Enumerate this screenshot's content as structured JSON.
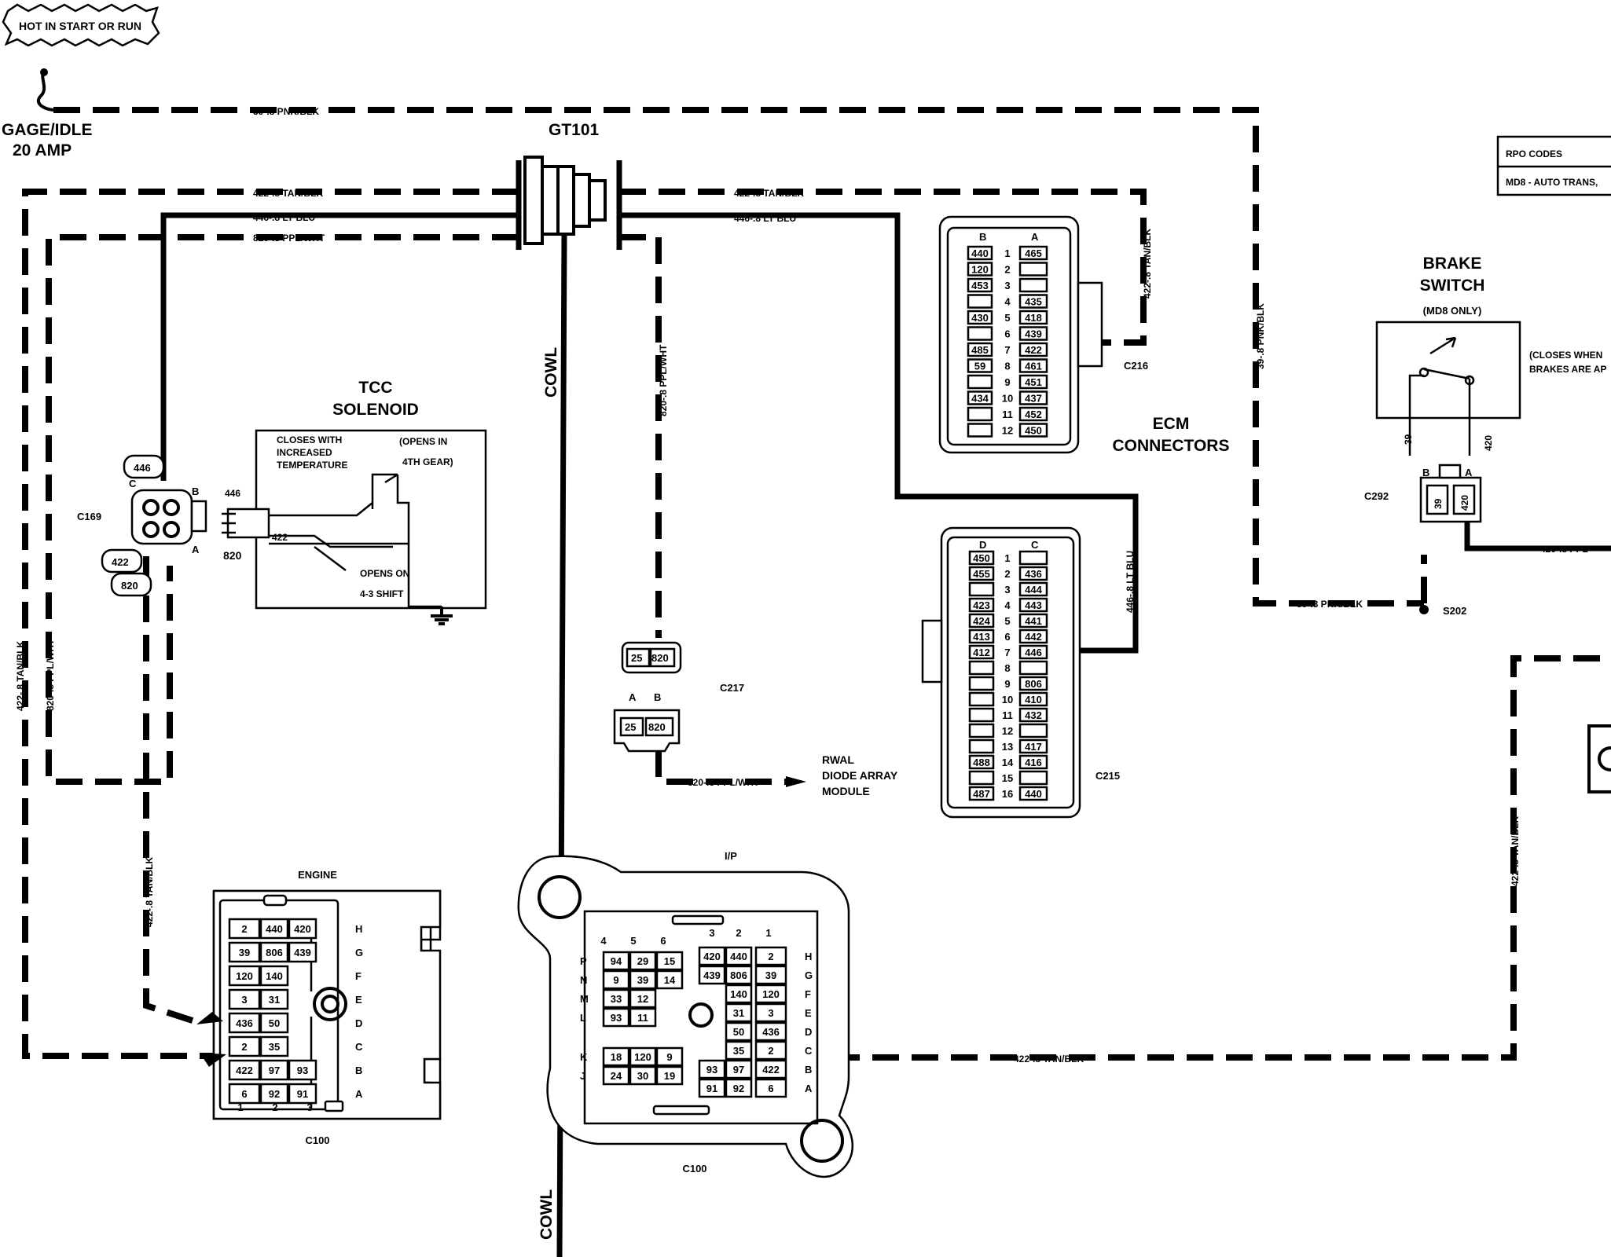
{
  "labels": {
    "hot": "HOT IN START OR RUN",
    "fuse_name": "GAGE/IDLE",
    "fuse_amp": "20 AMP",
    "gt101": "GT101",
    "cowl": "COWL",
    "tcc_1": "TCC",
    "tcc_2": "SOLENOID",
    "tcc_closes_1": "CLOSES WITH",
    "tcc_closes_2": "INCREASED",
    "tcc_closes_3": "TEMPERATURE",
    "tcc_opens4_1": "(OPENS IN",
    "tcc_opens4_2": "4TH GEAR)",
    "tcc_opens43_1": "OPENS ON",
    "tcc_opens43_2": "4-3 SHIFT",
    "ecm_1": "ECM",
    "ecm_2": "CONNECTORS",
    "brake_1": "BRAKE",
    "brake_2": "SWITCH",
    "md8_only": "(MD8 ONLY)",
    "brake_note_1": "(CLOSES WHEN",
    "brake_note_2": "BRAKES ARE AP",
    "rpo_codes": "RPO CODES",
    "rpo_md8": "MD8 - AUTO TRANS,",
    "engine": "ENGINE",
    "ip": "I/P",
    "rwal_1": "RWAL",
    "rwal_2": "DIODE ARRAY",
    "rwal_3": "MODULE"
  },
  "connectors": {
    "c169": "C169",
    "c216": "C216",
    "c215": "C215",
    "c217": "C217",
    "c292": "C292",
    "s202": "S202",
    "c100_left": "C100",
    "c100_right": "C100"
  },
  "wires": {
    "w39_top": "39-.8 PNK/BLK",
    "w39_vert": "39-.8 PNK/BLK",
    "w39_bottom": "39-.8 PNK/BLK",
    "w422_top_left": "422-.8 TAN/BLK",
    "w422_top_right": "422-.8 TAN/BLK",
    "w422_ecm": "422-.8 TAN/BLK",
    "w422_left_vert": "422-.8 TAN/BLK",
    "w422_inner_vert": "422-.8 TAN/BLK",
    "w422_bottom": "422-.8 TAN/BLK",
    "w422_right_vert": "422-.8 TAN/BLK",
    "w446_left": "446-.8 LT BLU",
    "w446_right": "446-.8 LT BLU",
    "w446_vert": "446-.8 LT BLU",
    "w820_top": "820-.8 PPL/WHT",
    "w820_left_vert": "820-.8 PPL/WHT",
    "w820_mid_vert": "820-.8 PPL/WHT",
    "w820_rwal": "820-.8 PPL/WHT",
    "w420_ppl": "420-.8 PPL"
  },
  "c169": {
    "p446": "446",
    "p422": "422",
    "p820": "820",
    "cav_a": "A",
    "cav_b": "B",
    "cav_c": "C"
  },
  "tcc_pins": {
    "p446": "446",
    "p422": "422",
    "p820": "820"
  },
  "c217_pins": {
    "left": "25",
    "right": "820",
    "cav_a": "A",
    "cav_b": "B"
  },
  "brake_pins": {
    "p39": "39",
    "p420": "420",
    "wire_39": "39",
    "wire_420": "420",
    "cav_b": "B",
    "cav_a": "A"
  },
  "c216": {
    "col_b": "B",
    "col_a": "A",
    "rows": [
      {
        "n": "1",
        "b": "440",
        "a": "465"
      },
      {
        "n": "2",
        "b": "120",
        "a": ""
      },
      {
        "n": "3",
        "b": "453",
        "a": ""
      },
      {
        "n": "4",
        "b": "",
        "a": "435"
      },
      {
        "n": "5",
        "b": "430",
        "a": "418"
      },
      {
        "n": "6",
        "b": "",
        "a": "439"
      },
      {
        "n": "7",
        "b": "485",
        "a": "422"
      },
      {
        "n": "8",
        "b": "59",
        "a": "461"
      },
      {
        "n": "9",
        "b": "",
        "a": "451"
      },
      {
        "n": "10",
        "b": "434",
        "a": "437"
      },
      {
        "n": "11",
        "b": "",
        "a": "452"
      },
      {
        "n": "12",
        "b": "",
        "a": "450"
      }
    ]
  },
  "c215": {
    "col_d": "D",
    "col_c": "C",
    "rows": [
      {
        "n": "1",
        "d": "450",
        "c": ""
      },
      {
        "n": "2",
        "d": "455",
        "c": "436"
      },
      {
        "n": "3",
        "d": "",
        "c": "444"
      },
      {
        "n": "4",
        "d": "423",
        "c": "443"
      },
      {
        "n": "5",
        "d": "424",
        "c": "441"
      },
      {
        "n": "6",
        "d": "413",
        "c": "442"
      },
      {
        "n": "7",
        "d": "412",
        "c": "446"
      },
      {
        "n": "8",
        "d": "",
        "c": ""
      },
      {
        "n": "9",
        "d": "",
        "c": "806"
      },
      {
        "n": "10",
        "d": "",
        "c": "410"
      },
      {
        "n": "11",
        "d": "",
        "c": "432"
      },
      {
        "n": "12",
        "d": "",
        "c": ""
      },
      {
        "n": "13",
        "d": "",
        "c": "417"
      },
      {
        "n": "14",
        "d": "488",
        "c": "416"
      },
      {
        "n": "15",
        "d": "",
        "c": ""
      },
      {
        "n": "16",
        "d": "487",
        "c": "440"
      }
    ]
  },
  "engine_c100": {
    "rows": [
      {
        "letter": "H",
        "cells": [
          "2",
          "440",
          "420"
        ]
      },
      {
        "letter": "G",
        "cells": [
          "39",
          "806",
          "439"
        ]
      },
      {
        "letter": "F",
        "cells": [
          "120",
          "140",
          ""
        ]
      },
      {
        "letter": "E",
        "cells": [
          "3",
          "31",
          ""
        ]
      },
      {
        "letter": "D",
        "cells": [
          "436",
          "50",
          ""
        ]
      },
      {
        "letter": "C",
        "cells": [
          "2",
          "35",
          ""
        ]
      },
      {
        "letter": "B",
        "cells": [
          "422",
          "97",
          "93"
        ]
      },
      {
        "letter": "A",
        "cells": [
          "6",
          "92",
          "91"
        ]
      }
    ],
    "cols": [
      "1",
      "2",
      "3"
    ]
  },
  "ip_c100": {
    "left_rows": [
      {
        "letter": "P",
        "cells": [
          "94",
          "29",
          "15"
        ]
      },
      {
        "letter": "N",
        "cells": [
          "9",
          "39",
          "14"
        ]
      },
      {
        "letter": "M",
        "cells": [
          "33",
          "12",
          ""
        ]
      },
      {
        "letter": "L",
        "cells": [
          "93",
          "11",
          ""
        ]
      },
      {
        "letter": "K",
        "cells": [
          "18",
          "120",
          "9"
        ]
      },
      {
        "letter": "J",
        "cells": [
          "24",
          "30",
          "19"
        ]
      }
    ],
    "right_rows": [
      {
        "letter": "H",
        "cells": [
          "420",
          "440",
          "2"
        ]
      },
      {
        "letter": "G",
        "cells": [
          "439",
          "806",
          "39"
        ]
      },
      {
        "letter": "F",
        "cells": [
          "",
          "140",
          "120"
        ]
      },
      {
        "letter": "E",
        "cells": [
          "",
          "31",
          "3"
        ]
      },
      {
        "letter": "D",
        "cells": [
          "",
          "50",
          "436"
        ]
      },
      {
        "letter": "C",
        "cells": [
          "",
          "35",
          "2"
        ]
      },
      {
        "letter": "B",
        "cells": [
          "93",
          "97",
          "422"
        ]
      },
      {
        "letter": "A",
        "cells": [
          "91",
          "92",
          "6"
        ]
      }
    ],
    "left_cols": [
      "4",
      "5",
      "6"
    ],
    "right_cols": [
      "3",
      "2",
      "1"
    ]
  }
}
